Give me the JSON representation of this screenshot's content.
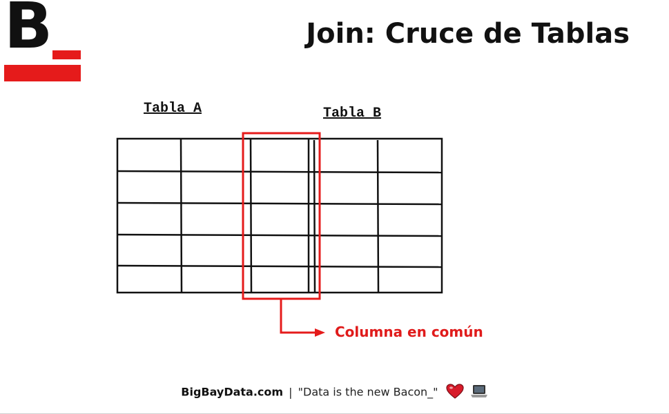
{
  "logo": {
    "letter": "B"
  },
  "title": "Join: Cruce de Tablas",
  "table_a_label": "Tabla A",
  "table_b_label": "Tabla B",
  "common_column_label": "Columna en común",
  "footer": {
    "site": "BigBayData.com",
    "separator": "|",
    "tagline": "\"Data is the new Bacon_\""
  },
  "icons": {
    "heart": "heart-icon",
    "laptop": "laptop-icon"
  },
  "colors": {
    "accent": "#e51b1b",
    "text": "#111111"
  }
}
